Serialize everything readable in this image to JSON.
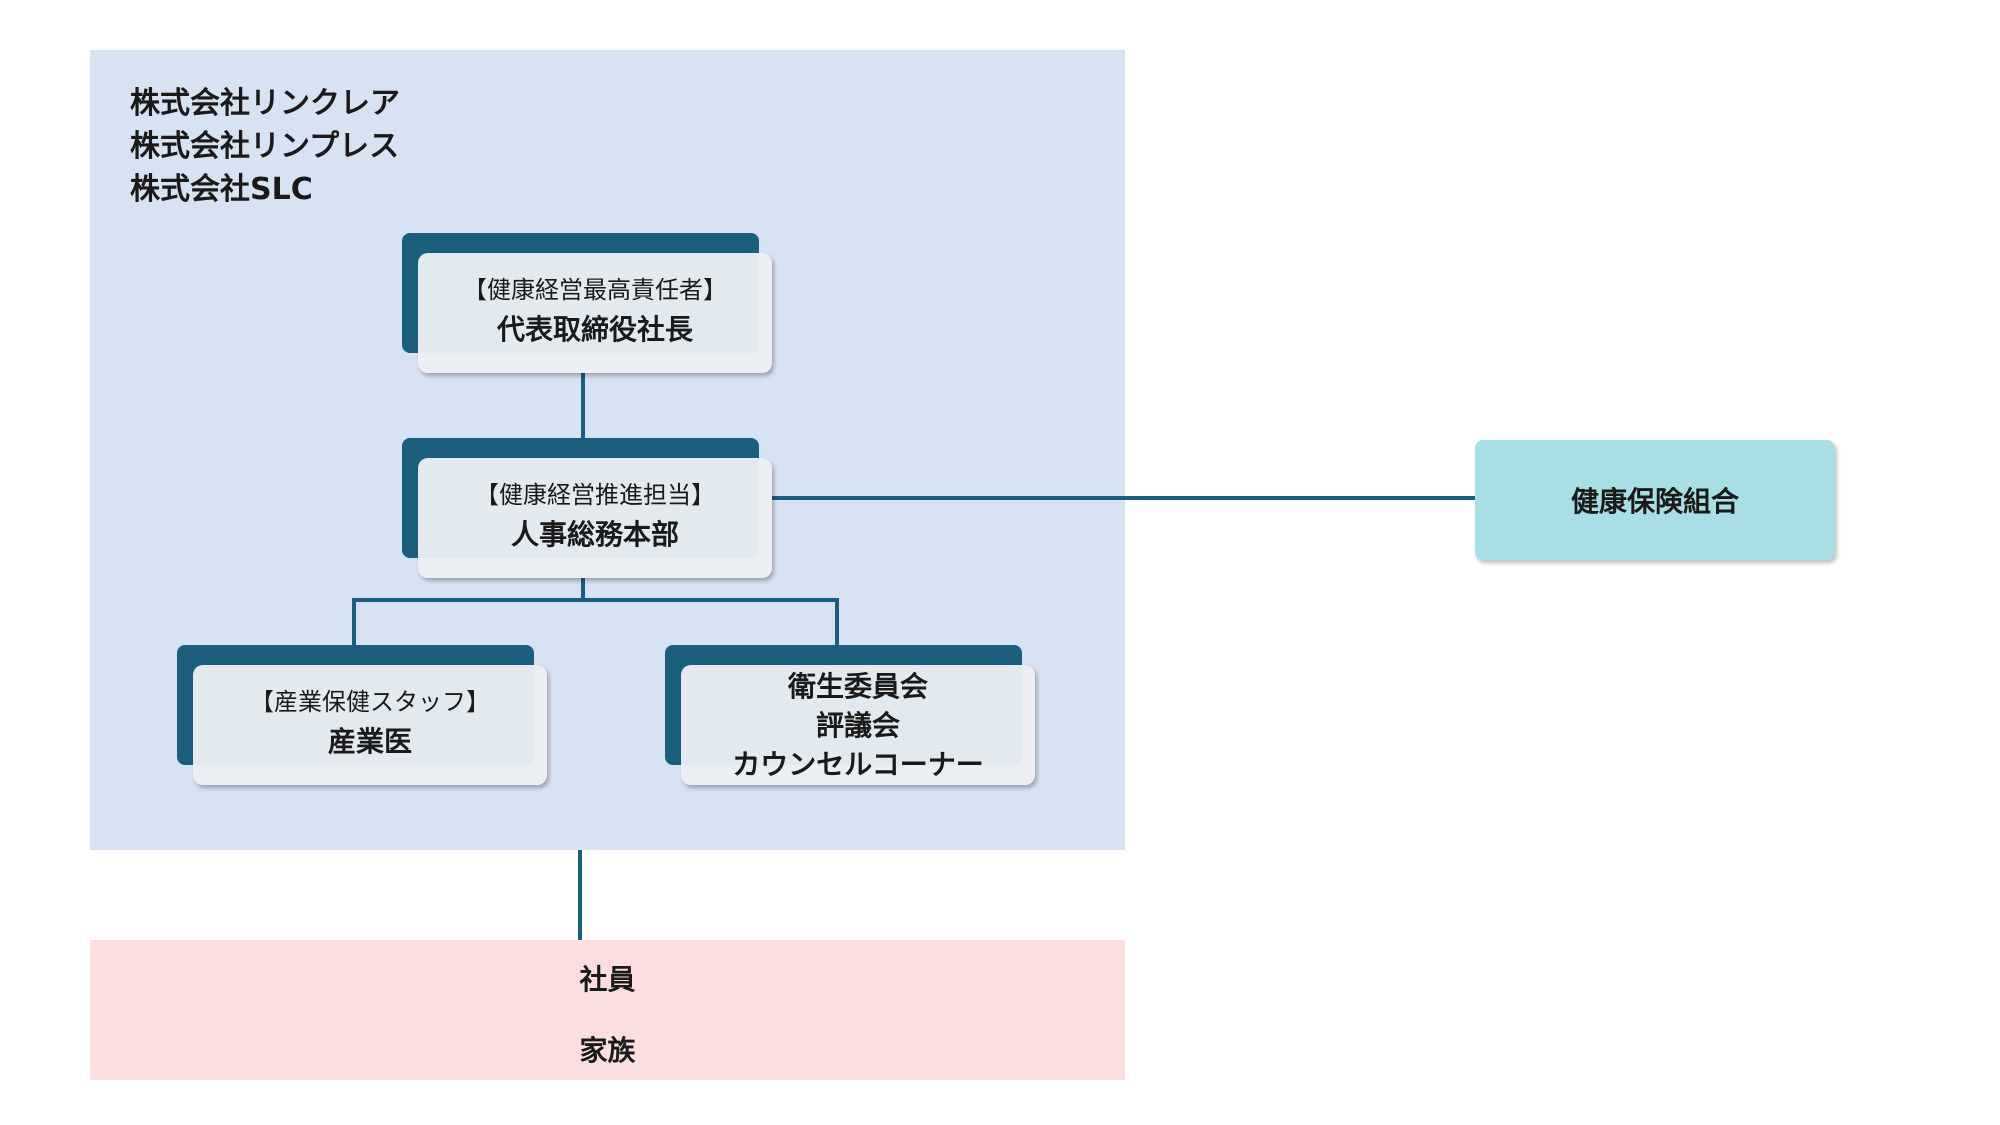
{
  "companies": [
    "株式会社リンクレア",
    "株式会社リンプレス",
    "株式会社SLC"
  ],
  "ceo": {
    "role": "【健康経営最高責任者】",
    "title": "代表取締役社長"
  },
  "promoter": {
    "role": "【健康経営推進担当】",
    "title": "人事総務本部"
  },
  "staff": {
    "role": "【産業保健スタッフ】",
    "title": "産業医"
  },
  "committee": {
    "lines": [
      "衛生委員会",
      "評議会",
      "カウンセルコーナー"
    ]
  },
  "health_insurance": "健康保険組合",
  "employees": {
    "line1": "社員",
    "line2": "家族"
  },
  "colors": {
    "company_panel": "#d7e2f3",
    "employee_panel": "#fcdde0",
    "node_accent": "#1c5e7e",
    "union_box": "#a8dfe5",
    "connector": "#1c5e7e"
  }
}
